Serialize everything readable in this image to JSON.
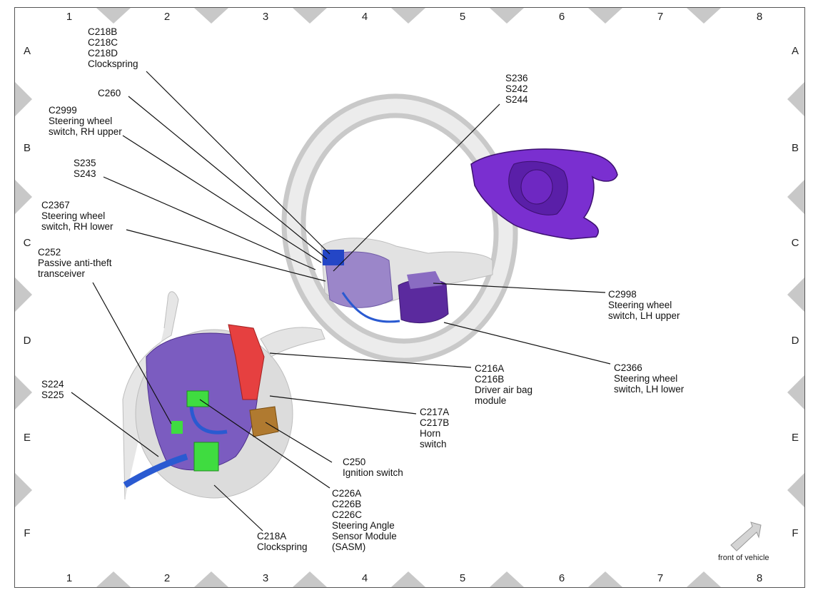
{
  "grid": {
    "columns": [
      "1",
      "2",
      "3",
      "4",
      "5",
      "6",
      "7",
      "8"
    ],
    "rows": [
      "A",
      "B",
      "C",
      "D",
      "E",
      "F"
    ]
  },
  "callouts": [
    {
      "id": "c218b",
      "lines": [
        "C218B",
        "C218C",
        "C218D",
        "Clockspring"
      ]
    },
    {
      "id": "c260",
      "lines": [
        "C260"
      ]
    },
    {
      "id": "c2999",
      "lines": [
        "C2999",
        "Steering wheel",
        "switch, RH upper"
      ]
    },
    {
      "id": "s235",
      "lines": [
        "S235",
        "S243"
      ]
    },
    {
      "id": "c2367",
      "lines": [
        "C2367",
        "Steering wheel",
        "switch, RH lower"
      ]
    },
    {
      "id": "c252",
      "lines": [
        "C252",
        "Passive anti-theft",
        "transceiver"
      ]
    },
    {
      "id": "s224",
      "lines": [
        "S224",
        "S225"
      ]
    },
    {
      "id": "s236",
      "lines": [
        "S236",
        "S242",
        "S244"
      ]
    },
    {
      "id": "c2998",
      "lines": [
        "C2998",
        "Steering wheel",
        "switch, LH upper"
      ]
    },
    {
      "id": "c2366",
      "lines": [
        "C2366",
        "Steering wheel",
        "switch, LH lower"
      ]
    },
    {
      "id": "c216a",
      "lines": [
        "C216A",
        "C216B",
        "Driver air bag",
        "module"
      ]
    },
    {
      "id": "c217a",
      "lines": [
        "C217A",
        "C217B",
        "Horn",
        "switch"
      ]
    },
    {
      "id": "c250",
      "lines": [
        "C250",
        "Ignition switch"
      ]
    },
    {
      "id": "c226a",
      "lines": [
        "C226A",
        "C226B",
        "C226C",
        "Steering Angle",
        "Sensor Module",
        "(SASM)"
      ]
    },
    {
      "id": "c218a",
      "lines": [
        "C218A",
        "Clockspring"
      ]
    }
  ],
  "orientation": {
    "label": "front of vehicle",
    "icon": "arrow-icon"
  },
  "colors": {
    "purple": "#6a2fb0",
    "blue": "#1f4fc8",
    "green": "#39d23a",
    "red": "#e23a3a",
    "gray": "#d8d8d8"
  }
}
